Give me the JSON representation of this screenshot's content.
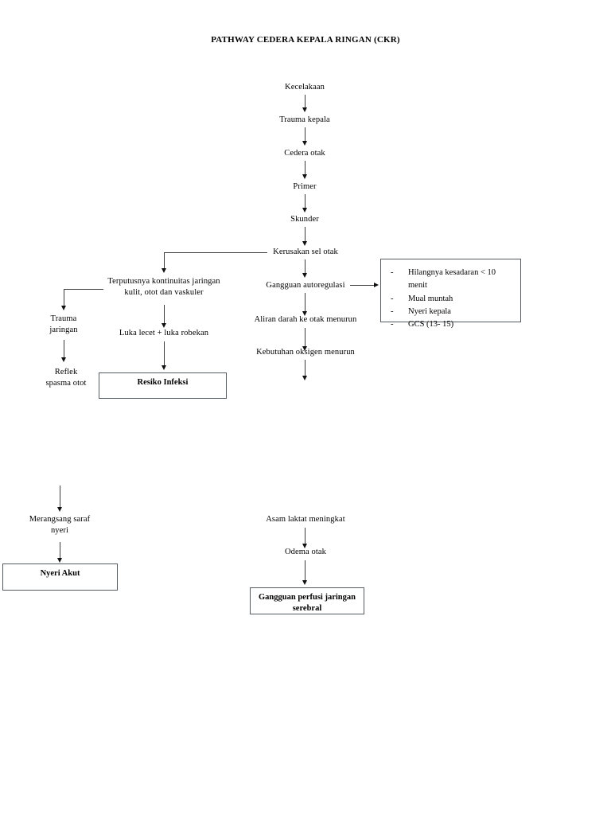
{
  "document": {
    "title": "PATHWAY CEDERA KEPALA RINGAN (CKR)"
  },
  "nodes": {
    "kecelakaan": "Kecelakaan",
    "trauma_kepala": "Trauma kepala",
    "cedera_otak": "Cedera otak",
    "primer": "Primer",
    "skunder": "Skunder",
    "kerusakan_sel_otak": "Kerusakan sel otak",
    "terputusnya": "Terputusnya kontinuitas jaringan\nkulit, otot dan vaskuler",
    "gangguan_autoregulasi": "Gangguan autoregulasi",
    "trauma_jaringan": "Trauma\njaringan",
    "luka_lecet": "Luka lecet + luka robekan",
    "aliran_darah": "Aliran darah ke otak menurun",
    "reflek_spasma": "Reflek\nspasma otot",
    "kebutuhan_oksigen": "Kebutuhan oksigen menurun",
    "merangsang_saraf": "Merangsang saraf\nnyeri",
    "asam_laktat": "Asam laktat meningkat",
    "odema_otak": "Odema otak"
  },
  "outcomes": {
    "resiko_infeksi": "Resiko Infeksi",
    "nyeri_akut": "Nyeri Akut",
    "gangguan_perfusi": "Gangguan perfusi jaringan\nserebral"
  },
  "symptom_box": {
    "bullet": "-",
    "items": [
      "Hilangnya kesadaran < 10 menit",
      "Mual muntah",
      "Nyeri kepala",
      "GCS (13- 15)"
    ]
  },
  "colors": {
    "background": "#ffffff",
    "text": "#000000",
    "box_border": "#555a5e",
    "connector": "#3a3a3a"
  }
}
